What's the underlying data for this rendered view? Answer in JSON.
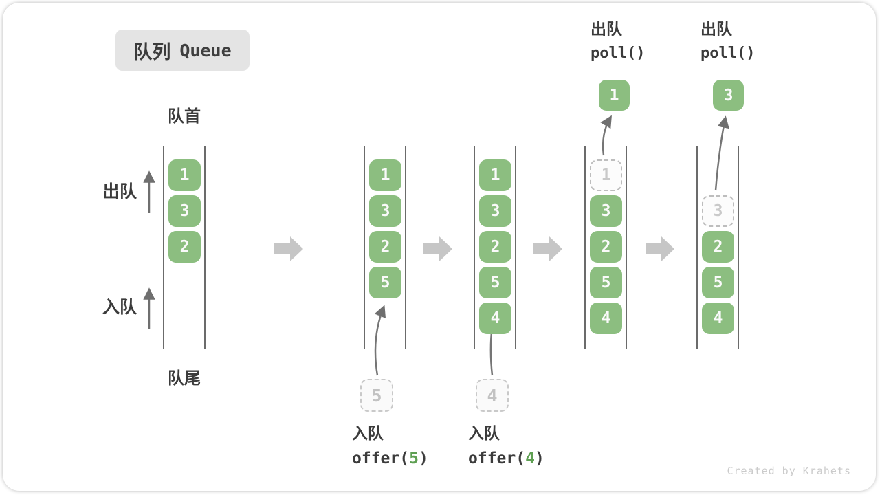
{
  "badge": {
    "zh": "队列",
    "en": "Queue"
  },
  "labels": {
    "front": "队首",
    "rear": "队尾",
    "dequeue_side": "出队",
    "enqueue_side": "入队"
  },
  "queues": [
    {
      "slots": [
        {
          "v": "1"
        },
        {
          "v": "3"
        },
        {
          "v": "2"
        }
      ]
    },
    {
      "slots": [
        {
          "v": "1"
        },
        {
          "v": "3"
        },
        {
          "v": "2"
        },
        {
          "v": "5"
        }
      ],
      "pending": "5",
      "caption": {
        "action": "入队",
        "fn_open": "offer(",
        "arg": "5",
        "fn_close": ")"
      }
    },
    {
      "slots": [
        {
          "v": "1"
        },
        {
          "v": "3"
        },
        {
          "v": "2"
        },
        {
          "v": "5"
        },
        {
          "v": "4"
        }
      ],
      "pending": "4",
      "caption": {
        "action": "入队",
        "fn_open": "offer(",
        "arg": "4",
        "fn_close": ")"
      }
    },
    {
      "slots": [
        {
          "v": "1"
        },
        {
          "v": "3"
        },
        {
          "v": "2"
        },
        {
          "v": "5"
        },
        {
          "v": "4"
        }
      ],
      "popped": "1",
      "header": {
        "action": "出队",
        "fn": "poll()"
      }
    },
    {
      "slots": [
        {
          "v": "3"
        },
        {
          "v": "2"
        },
        {
          "v": "5"
        },
        {
          "v": "4"
        }
      ],
      "popped": "3",
      "header": {
        "action": "出队",
        "fn": "poll()"
      }
    }
  ],
  "watermark": "Created by Krahets",
  "colors": {
    "cell_green": "#8cbe80",
    "arg_green": "#5e9f52",
    "ink": "#3b3b3b",
    "block_arrow": "#c6c6c6",
    "curve_arrow": "#757575",
    "badge_bg": "#e4e4e4"
  }
}
